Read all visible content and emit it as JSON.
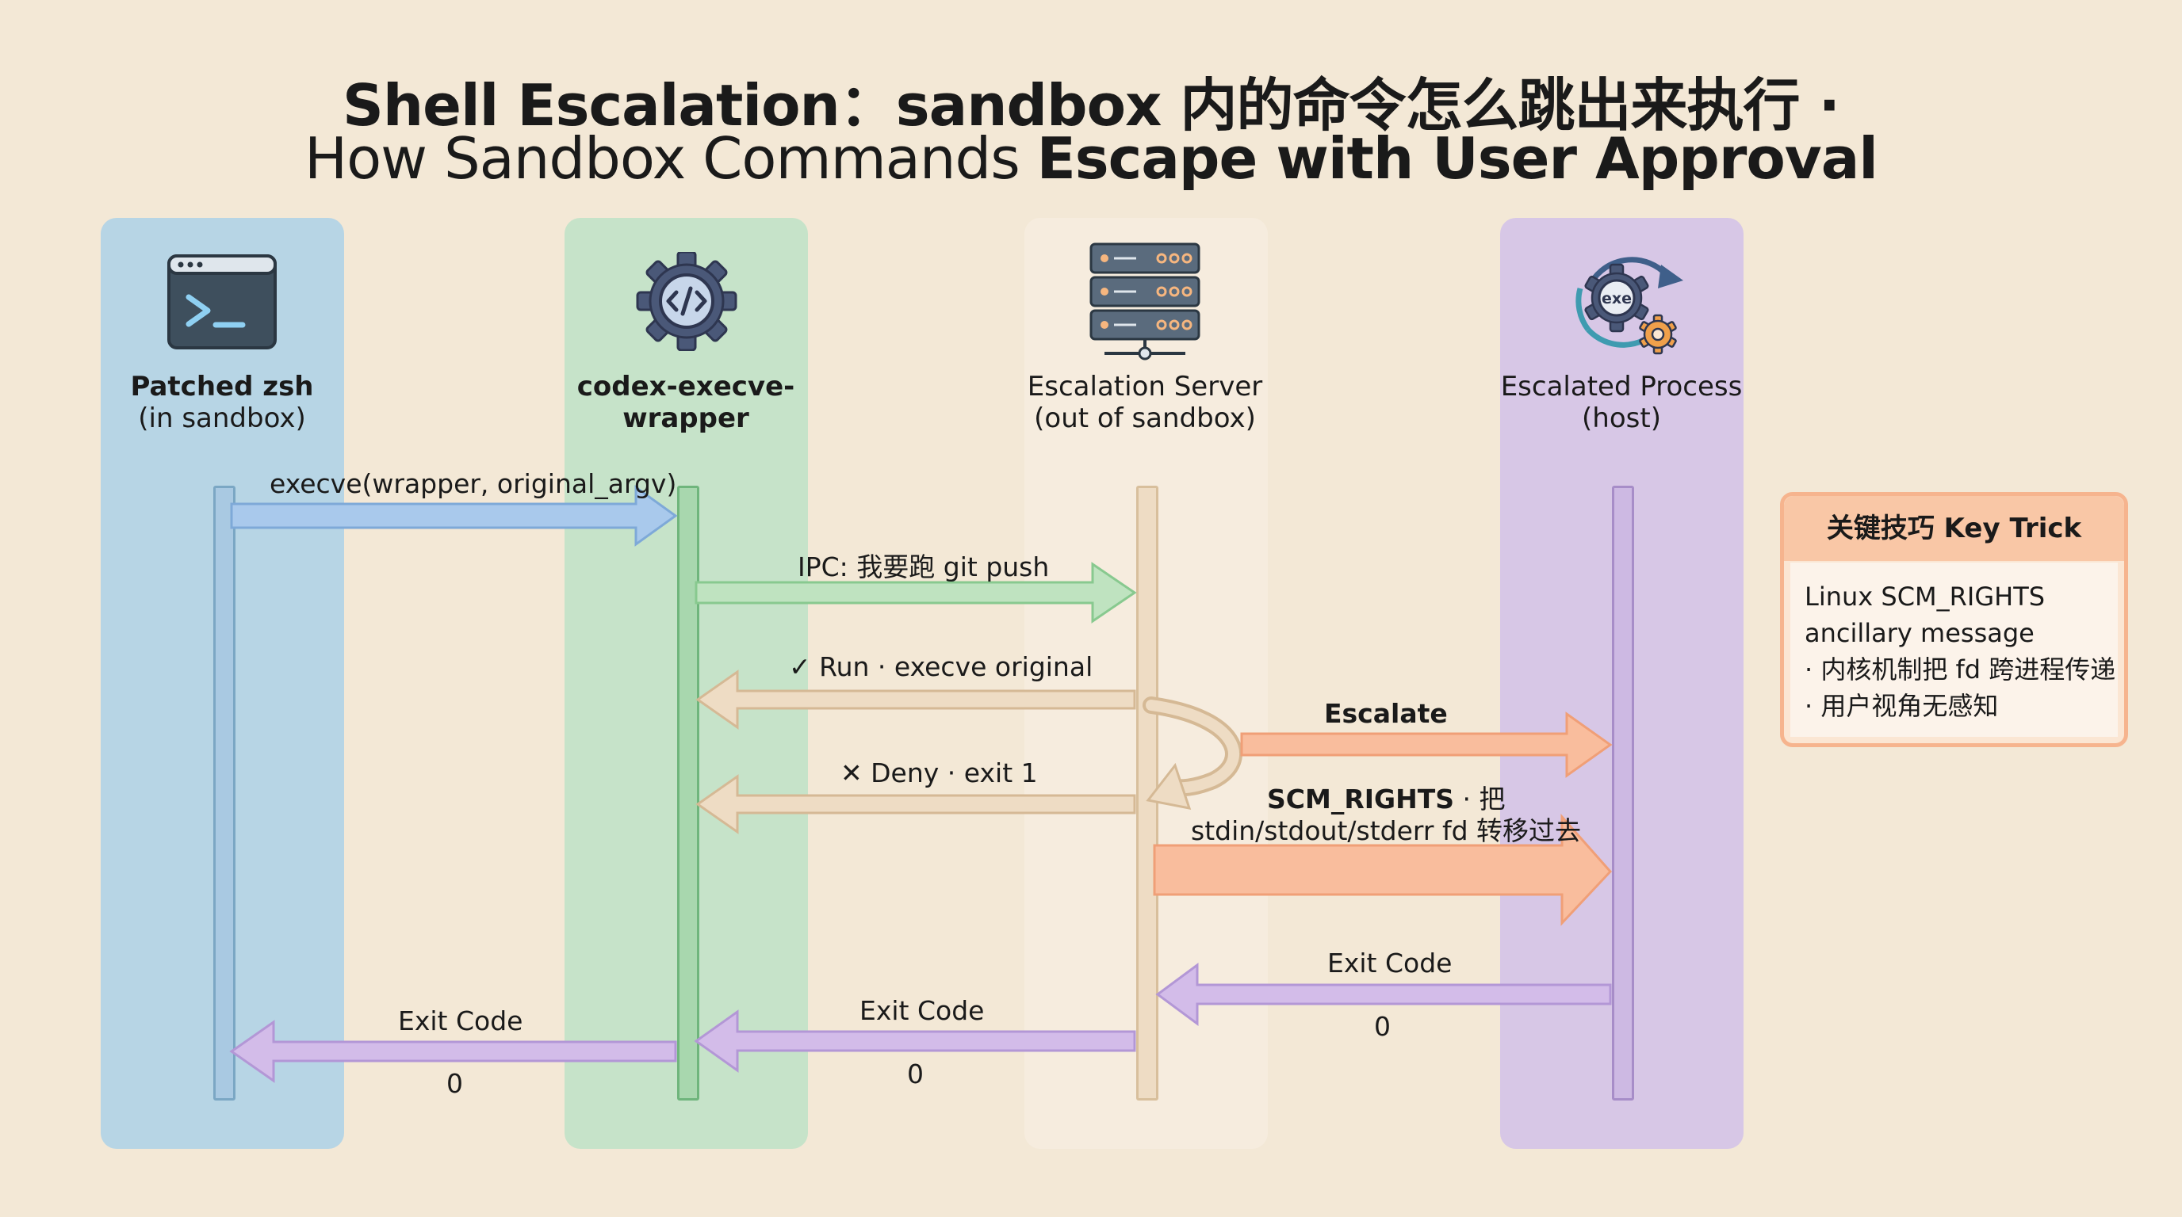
{
  "title": {
    "line1": "Shell Escalation：sandbox 内的命令怎么跳出来执行 ·",
    "line2_plain": "How Sandbox Commands ",
    "line2_bold": "Escape with User Approval"
  },
  "actors": [
    {
      "name": "Patched zsh",
      "sub": "(in sandbox)",
      "icon": "terminal-icon"
    },
    {
      "name": "codex-execve-",
      "name2": "wrapper",
      "icon": "gear-code-icon"
    },
    {
      "name": "Escalation Server",
      "sub": "(out of sandbox)",
      "icon": "server-icon"
    },
    {
      "name": "Escalated Process",
      "sub": "(host)",
      "icon": "exe-cycle-icon"
    }
  ],
  "messages": {
    "execve": "execve(wrapper, original_argv)",
    "ipc": "IPC: 我要跑 git push",
    "run": "✓ Run · execve original",
    "deny": "✕ Deny · exit 1",
    "escalate": "Escalate",
    "scm_line1_bold": "SCM_RIGHTS",
    "scm_line1_rest": " · 把",
    "scm_line2": "stdin/stdout/stderr fd 转移过去",
    "exit_code_host": "Exit Code",
    "exit_value_host": "0",
    "exit_code_server": "Exit Code",
    "exit_value_server": "0",
    "exit_code_wrapper": "Exit Code",
    "exit_value_wrapper": "0"
  },
  "key_trick": {
    "heading": "关键技巧 Key Trick",
    "line1": "Linux SCM_RIGHTS",
    "line2": "ancillary message",
    "bullet1": "· 内核机制把 fd 跨进程传递",
    "bullet2": "· 用户视角无感知"
  },
  "colors": {
    "blue_lane": "#b7d5e5",
    "green_lane": "#c6e3c9",
    "cream_lane": "#f6ecde",
    "purple_lane": "#d7c7e6",
    "blue_arrow": "#a9c9ec",
    "green_arrow": "#bfe3c0",
    "tan_arrow": "#eedcc4",
    "orange_arrow": "#f9bd9d",
    "purple_arrow": "#d3bce9"
  }
}
